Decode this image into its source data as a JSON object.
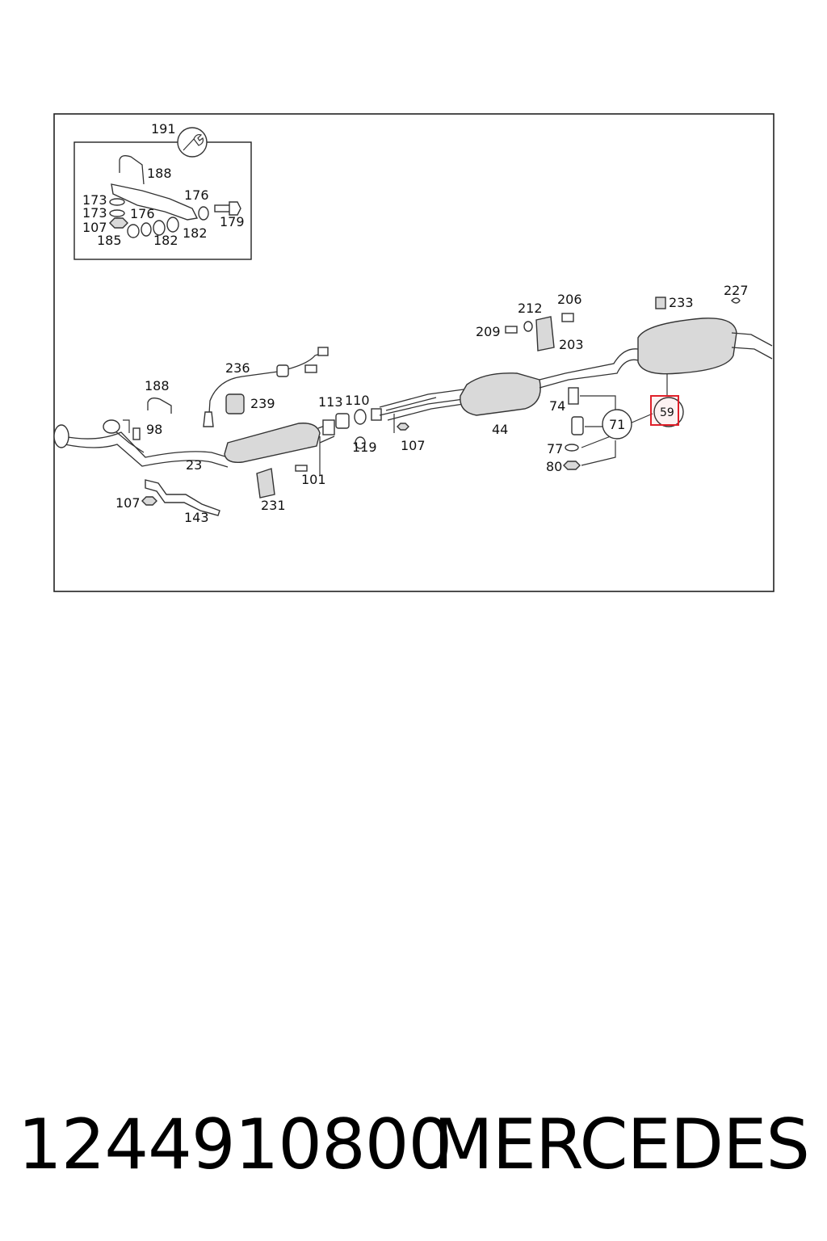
{
  "footer": {
    "part_number": "1244910800",
    "brand": "MERCEDES"
  },
  "highlight": {
    "label": "59",
    "color": "#e0202a"
  },
  "callouts": {
    "c191": "191",
    "c188a": "188",
    "c176a": "176",
    "c173a": "173",
    "c173b": "173",
    "c176b": "176",
    "c107a": "107",
    "c179": "179",
    "c185": "185",
    "c182a": "182",
    "c182b": "182",
    "c236": "236",
    "c239": "239",
    "c188b": "188",
    "c98": "98",
    "c23": "23",
    "c107b": "107",
    "c143": "143",
    "c231": "231",
    "c101": "101",
    "c113": "113",
    "c110": "110",
    "c119": "119",
    "c107c": "107",
    "c44": "44",
    "c212": "212",
    "c209": "209",
    "c206": "206",
    "c203": "203",
    "c233": "233",
    "c227": "227",
    "c74": "74",
    "c71": "71",
    "c77": "77",
    "c80": "80"
  }
}
